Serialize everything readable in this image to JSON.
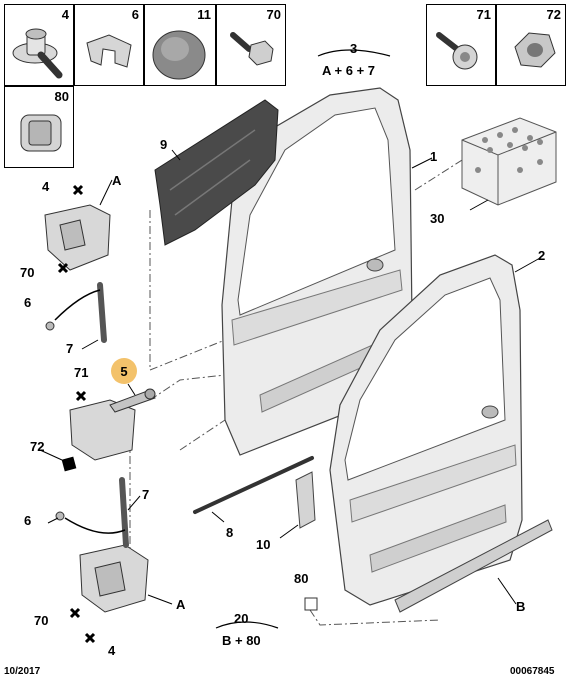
{
  "parts_grid": [
    {
      "num": "4",
      "icon": "flanged-screw-icon"
    },
    {
      "num": "6",
      "icon": "spring-clip-icon"
    },
    {
      "num": "11",
      "icon": "round-plug-icon"
    },
    {
      "num": "70",
      "icon": "hex-bolt-icon"
    },
    {
      "num": "71",
      "icon": "torx-screw-icon"
    },
    {
      "num": "72",
      "icon": "hex-nut-icon"
    },
    {
      "num": "80",
      "icon": "push-clip-icon"
    }
  ],
  "kit_labels": {
    "kit3_num": "3",
    "kit3_formula": "A + 6 + 7",
    "kit20_num": "20",
    "kit20_formula": "B + 80"
  },
  "callouts": {
    "door_front": "1",
    "door_rear": "2",
    "check_strap": "5",
    "hinge_pin": "7",
    "moulding": "8",
    "weather_membrane": "9",
    "trim_piece": "10",
    "fixings_box": "30",
    "hinge_group": "A",
    "protection_strip": "B",
    "screw4": "4",
    "clip6": "6",
    "bolt70": "70",
    "screw71": "71",
    "nut72": "72",
    "clip80": "80"
  },
  "footer": {
    "date": "10/2017",
    "ref": "00067845"
  }
}
